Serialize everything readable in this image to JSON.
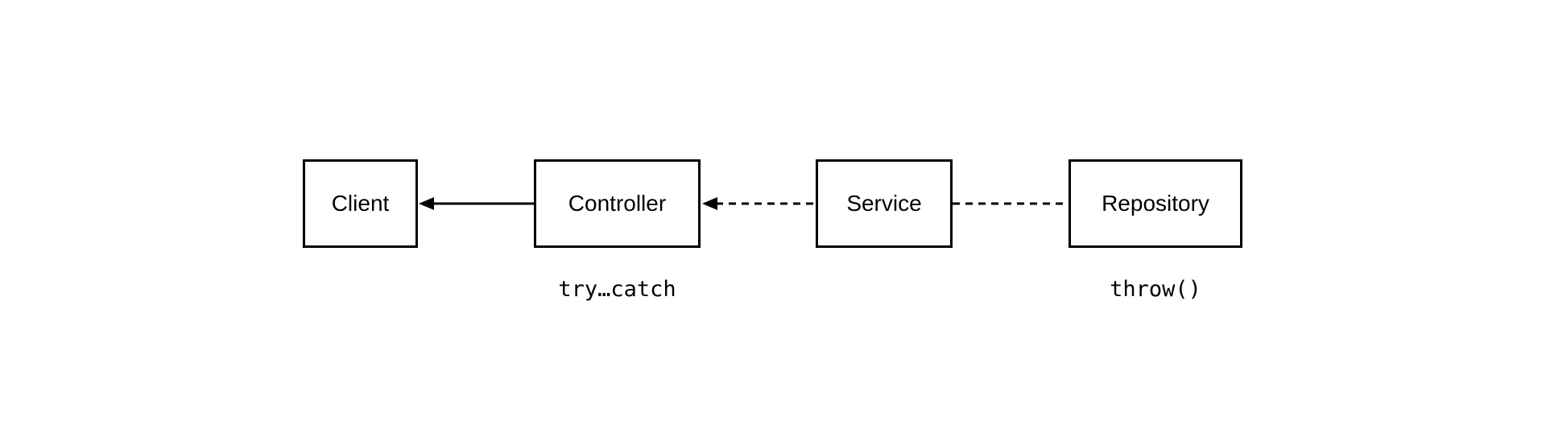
{
  "diagram": {
    "type": "flowchart-lr",
    "colors": {
      "stroke": "#000000",
      "node_fill": "#ffffff",
      "background": "#ffffff",
      "text": "#000000"
    },
    "nodes": [
      {
        "id": "client",
        "label": "Client"
      },
      {
        "id": "controller",
        "label": "Controller"
      },
      {
        "id": "service",
        "label": "Service"
      },
      {
        "id": "repository",
        "label": "Repository"
      }
    ],
    "edges": [
      {
        "from": "controller",
        "to": "client",
        "style": "solid",
        "arrowhead": "filled-left"
      },
      {
        "from": "service",
        "to": "controller",
        "style": "dashed",
        "arrowhead": "filled-left"
      },
      {
        "from": "repository",
        "to": "service",
        "style": "dashed",
        "arrowhead": "none"
      }
    ],
    "annotations": [
      {
        "text": "try…catch",
        "attached_to": "controller"
      },
      {
        "text": "throw()",
        "attached_to": "repository"
      }
    ]
  }
}
